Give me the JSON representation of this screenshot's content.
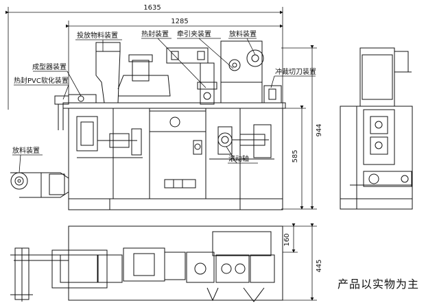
{
  "dimensions": {
    "overall_length": "1635",
    "frame_length": "1285",
    "overall_height": "944",
    "frame_height": "585",
    "top_view_width": "445",
    "top_view_depth": "160"
  },
  "labels": {
    "feeding_device": "投放物料装置",
    "heat_seal_device": "热封装置",
    "traction_clamp_device": "牵引夹装置",
    "unwind_device_top": "放料装置",
    "forming_device": "成型器装置",
    "pvc_softening": "热封PVC软化装置",
    "punch_cut_device": "冲裁切刀装置",
    "unwind_device_left": "放料装置",
    "roller_shaft": "滚动轴"
  },
  "caption": "产品以实物为主"
}
